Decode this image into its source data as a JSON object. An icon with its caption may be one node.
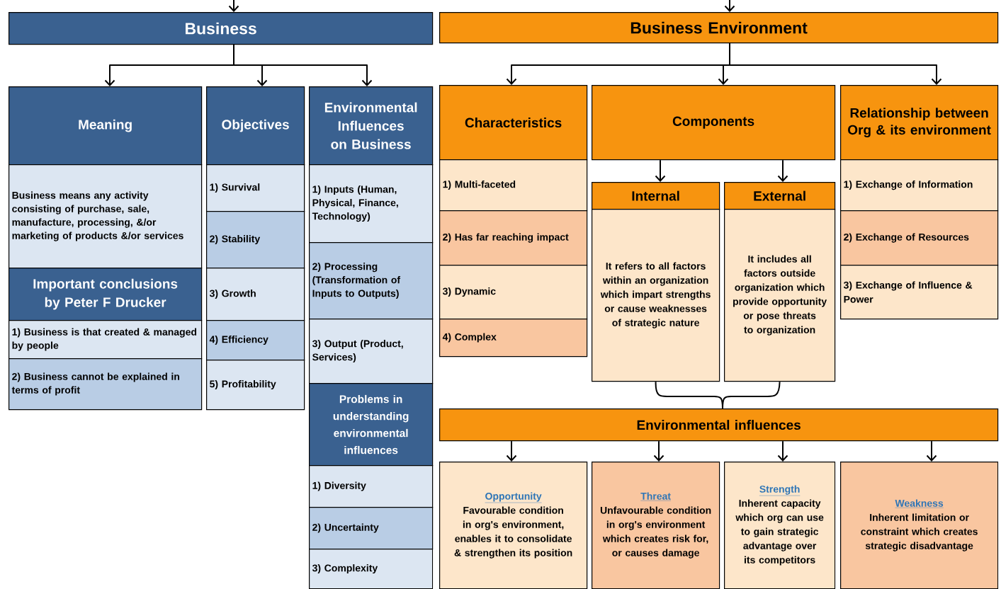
{
  "diagram": {
    "nodes": [
      {
        "text": [
          "Business"
        ]
      },
      {
        "text": [
          "Business Environment"
        ]
      },
      {
        "text": [
          "Meaning"
        ]
      },
      {
        "text": [
          "Business means any activity consisting of purchase, sale, manufacture, processing, &/or marketing of products &/or services"
        ]
      },
      {
        "text": [
          "Important conclusions by Peter F Drucker"
        ]
      },
      {
        "text": [
          "1) Business is that created & managed by people"
        ]
      },
      {
        "text": [
          "2) Business cannot be explained in terms of profit"
        ]
      },
      {
        "text": [
          "Objectives"
        ]
      },
      {
        "text": [
          "1) Survival"
        ]
      },
      {
        "text": [
          "2) Stability"
        ]
      },
      {
        "text": [
          "3) Growth"
        ]
      },
      {
        "text": [
          "4) Efficiency"
        ]
      },
      {
        "text": [
          "5) Profitability"
        ]
      },
      {
        "text": [
          "Environmental Influences on Business"
        ]
      },
      {
        "text": [
          "1) Inputs (Human, Physical, Finance, Technology)"
        ]
      },
      {
        "text": [
          "2) Processing (Transformation of Inputs to Outputs)"
        ]
      },
      {
        "text": [
          "3) Output (Product, Services)"
        ]
      },
      {
        "text": [
          "Problems in understanding environmental influences"
        ]
      },
      {
        "text": [
          "1) Diversity"
        ]
      },
      {
        "text": [
          "2) Uncertainty"
        ]
      },
      {
        "text": [
          "3) Complexity"
        ]
      },
      {
        "text": [
          "Characteristics"
        ]
      },
      {
        "text": [
          "1) Multi-faceted"
        ]
      },
      {
        "text": [
          "2) Has far reaching impact"
        ]
      },
      {
        "text": [
          "3) Dynamic"
        ]
      },
      {
        "text": [
          "4) Complex"
        ]
      },
      {
        "text": [
          "Components"
        ]
      },
      {
        "text": [
          "Internal"
        ]
      },
      {
        "text": [
          "It refers to all factors within an organization which impart strengths or cause weaknesses of strategic nature"
        ]
      },
      {
        "text": [
          "External"
        ]
      },
      {
        "text": [
          "It includes all factors outside organization which provide opportunity or pose threats to organization"
        ]
      },
      {
        "text": [
          "Relationship between Org & its environment"
        ]
      },
      {
        "text": [
          "1) Exchange of Information"
        ]
      },
      {
        "text": [
          "2) Exchange of Resources"
        ]
      },
      {
        "text": [
          "3) Exchange of Influence & Power"
        ]
      },
      {
        "text": [
          "Environmental influences"
        ]
      },
      {
        "text": [
          "Opportunity",
          "Favourable condition in org's environment, enables it to consolidate & strengthen its position"
        ]
      },
      {
        "text": [
          "Threat",
          "Unfavourable condition in org's environment which creates risk for, or causes damage"
        ]
      },
      {
        "text": [
          "Strength",
          "Inherent capacity which org can use to gain strategic advantage over its competitors"
        ]
      },
      {
        "text": [
          "Weakness",
          "Inherent limitation or constraint which creates strategic disadvantage"
        ]
      }
    ],
    "edges": [
      {
        "from": null,
        "to": 0,
        "arrow": "to"
      },
      {
        "from": null,
        "to": 1,
        "arrow": "to"
      },
      {
        "from": 0,
        "to": 2,
        "arrow": "to"
      },
      {
        "from": 0,
        "to": 7,
        "arrow": "to"
      },
      {
        "from": 0,
        "to": 13,
        "arrow": "to"
      },
      {
        "from": 1,
        "to": 21,
        "arrow": "to"
      },
      {
        "from": 1,
        "to": 26,
        "arrow": "to"
      },
      {
        "from": 1,
        "to": 31,
        "arrow": "to"
      },
      {
        "from": 26,
        "to": 27,
        "arrow": "to"
      },
      {
        "from": 26,
        "to": 29,
        "arrow": "to"
      },
      {
        "from": 28,
        "to": 35,
        "arrow": "none"
      },
      {
        "from": 30,
        "to": 35,
        "arrow": "none"
      },
      {
        "from": 35,
        "to": 36,
        "arrow": "to"
      },
      {
        "from": 35,
        "to": 37,
        "arrow": "to"
      },
      {
        "from": 35,
        "to": 38,
        "arrow": "to"
      },
      {
        "from": 35,
        "to": 39,
        "arrow": "to"
      }
    ]
  }
}
